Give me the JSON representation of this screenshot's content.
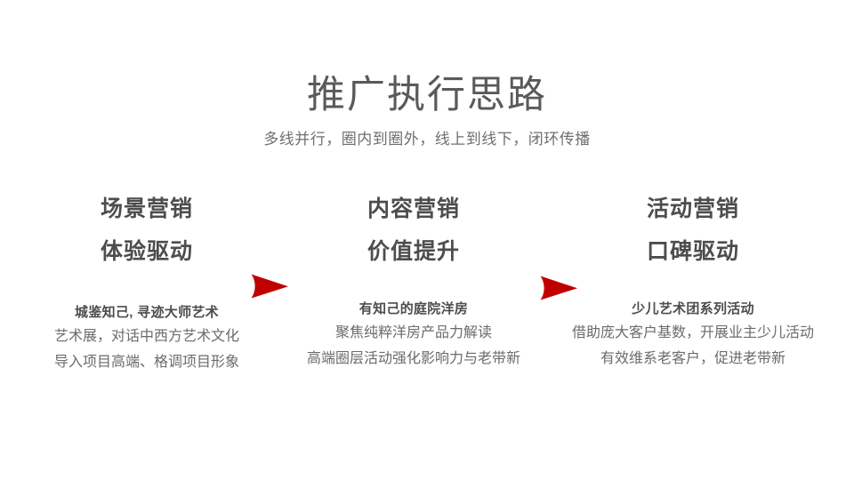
{
  "slide": {
    "background_color": "#ffffff",
    "title": "推广执行思路",
    "subtitle": "多线并行，圈内到圈外，线上到线下，闭环传播",
    "title_color": "#5a5a5a",
    "subtitle_color": "#6f6f6f",
    "accent_color": "#c00000"
  },
  "columns": [
    {
      "heading_line1": "场景营销",
      "heading_line2": "体验驱动",
      "lead": "城鉴知己, 寻迹大师艺术",
      "body": [
        "艺术展，对话中西方艺术文化",
        "导入项目高端、格调项目形象"
      ]
    },
    {
      "heading_line1": "内容营销",
      "heading_line2": "价值提升",
      "lead": "有知己的庭院洋房",
      "body": [
        "聚焦纯粹洋房产品力解读",
        "高端圈层活动强化影响力与老带新"
      ]
    },
    {
      "heading_line1": "活动营销",
      "heading_line2": "口碑驱动",
      "lead": "少儿艺术团系列活动",
      "body": [
        "借助庞大客户基数，开展业主少儿活动",
        "有效维系老客户，促进老带新"
      ]
    }
  ],
  "arrows": [
    {
      "name": "arrow-1",
      "color": "#c00000",
      "direction": "right"
    },
    {
      "name": "arrow-2",
      "color": "#c00000",
      "direction": "right"
    }
  ]
}
